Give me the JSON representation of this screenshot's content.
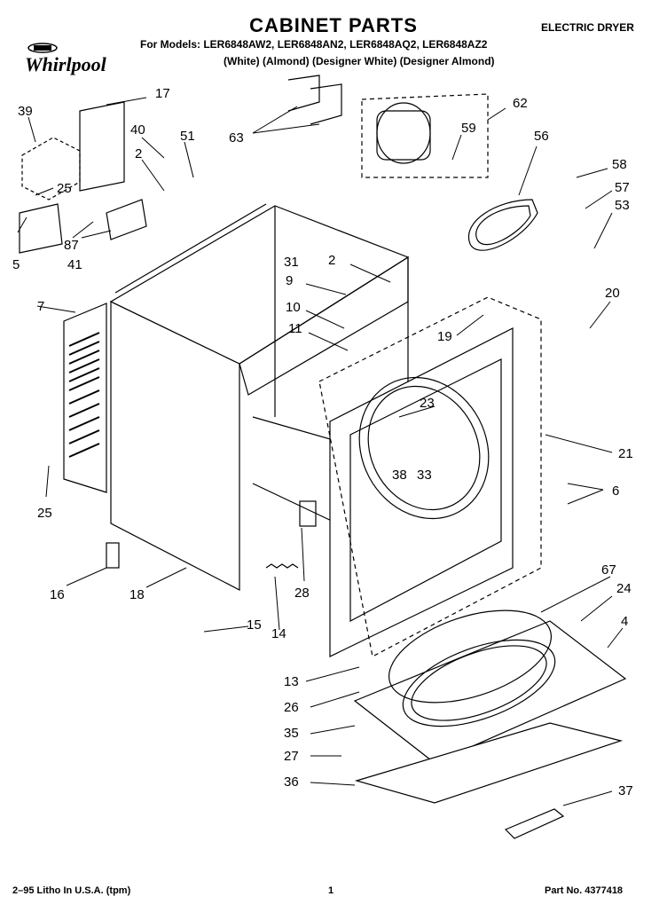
{
  "header": {
    "title": "CABINET PARTS",
    "product": "ELECTRIC DRYER",
    "models_line": "For Models: LER6848AW2, LER6848AN2, LER6848AQ2, LER6848AZ2",
    "colors_line": "(White)   (Almond) (Designer White) (Designer Almond)",
    "brand": "Whirlpool"
  },
  "footer": {
    "litho": "2–95 Litho In U.S.A. (tpm)",
    "page": "1",
    "part_no": "Part No. 4377418"
  },
  "callouts": [
    {
      "id": "c17",
      "label": "17"
    },
    {
      "id": "c39",
      "label": "39"
    },
    {
      "id": "c40",
      "label": "40"
    },
    {
      "id": "c51",
      "label": "51"
    },
    {
      "id": "c2a",
      "label": "2"
    },
    {
      "id": "c25a",
      "label": "25"
    },
    {
      "id": "c87",
      "label": "87"
    },
    {
      "id": "c5",
      "label": "5"
    },
    {
      "id": "c41",
      "label": "41"
    },
    {
      "id": "c63",
      "label": "63"
    },
    {
      "id": "c62",
      "label": "62"
    },
    {
      "id": "c59",
      "label": "59"
    },
    {
      "id": "c56",
      "label": "56"
    },
    {
      "id": "c58",
      "label": "58"
    },
    {
      "id": "c57",
      "label": "57"
    },
    {
      "id": "c53",
      "label": "53"
    },
    {
      "id": "c31",
      "label": "31"
    },
    {
      "id": "c2b",
      "label": "2"
    },
    {
      "id": "c9",
      "label": "9"
    },
    {
      "id": "c10",
      "label": "10"
    },
    {
      "id": "c11",
      "label": "11"
    },
    {
      "id": "c20",
      "label": "20"
    },
    {
      "id": "c7",
      "label": "7"
    },
    {
      "id": "c19",
      "label": "19"
    },
    {
      "id": "c23",
      "label": "23"
    },
    {
      "id": "c21",
      "label": "21"
    },
    {
      "id": "c38",
      "label": "38"
    },
    {
      "id": "c33",
      "label": "33"
    },
    {
      "id": "c6",
      "label": "6"
    },
    {
      "id": "c25b",
      "label": "25"
    },
    {
      "id": "c16",
      "label": "16"
    },
    {
      "id": "c18",
      "label": "18"
    },
    {
      "id": "c28",
      "label": "28"
    },
    {
      "id": "c67",
      "label": "67"
    },
    {
      "id": "c24",
      "label": "24"
    },
    {
      "id": "c15",
      "label": "15"
    },
    {
      "id": "c14",
      "label": "14"
    },
    {
      "id": "c4",
      "label": "4"
    },
    {
      "id": "c13",
      "label": "13"
    },
    {
      "id": "c26",
      "label": "26"
    },
    {
      "id": "c35",
      "label": "35"
    },
    {
      "id": "c27",
      "label": "27"
    },
    {
      "id": "c36",
      "label": "36"
    },
    {
      "id": "c37",
      "label": "37"
    }
  ]
}
